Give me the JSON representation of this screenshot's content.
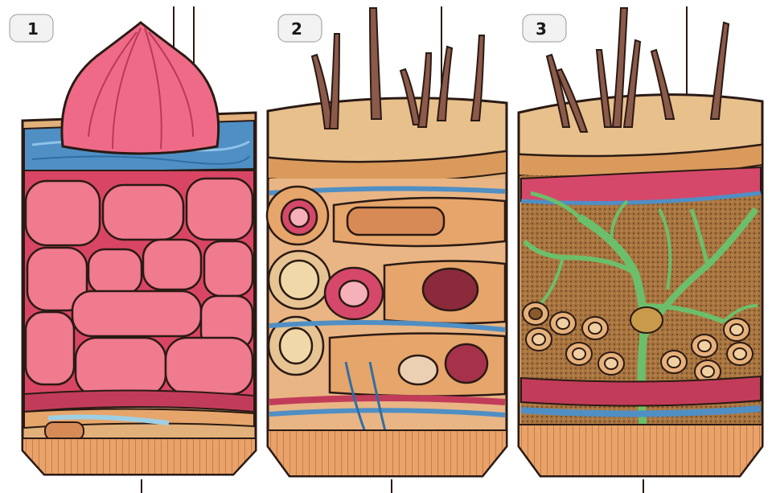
{
  "panels": [
    {
      "label": "1"
    },
    {
      "label": "2"
    },
    {
      "label": "3"
    }
  ],
  "colors": {
    "outline": "#2a1a14",
    "skin_tan": "#e2b07a",
    "skin_top": "#e8c08c",
    "base_orange": "#e6a56a",
    "pink_tissue": "#e3536f",
    "pink_light": "#f07a8e",
    "blue_layer": "#4f8fc4",
    "hair_brown": "#8b5a4a",
    "vessel_green": "#6cbf6a",
    "brown_bg": "#9a6a3a",
    "badge_bg": "#f2f2f2"
  }
}
